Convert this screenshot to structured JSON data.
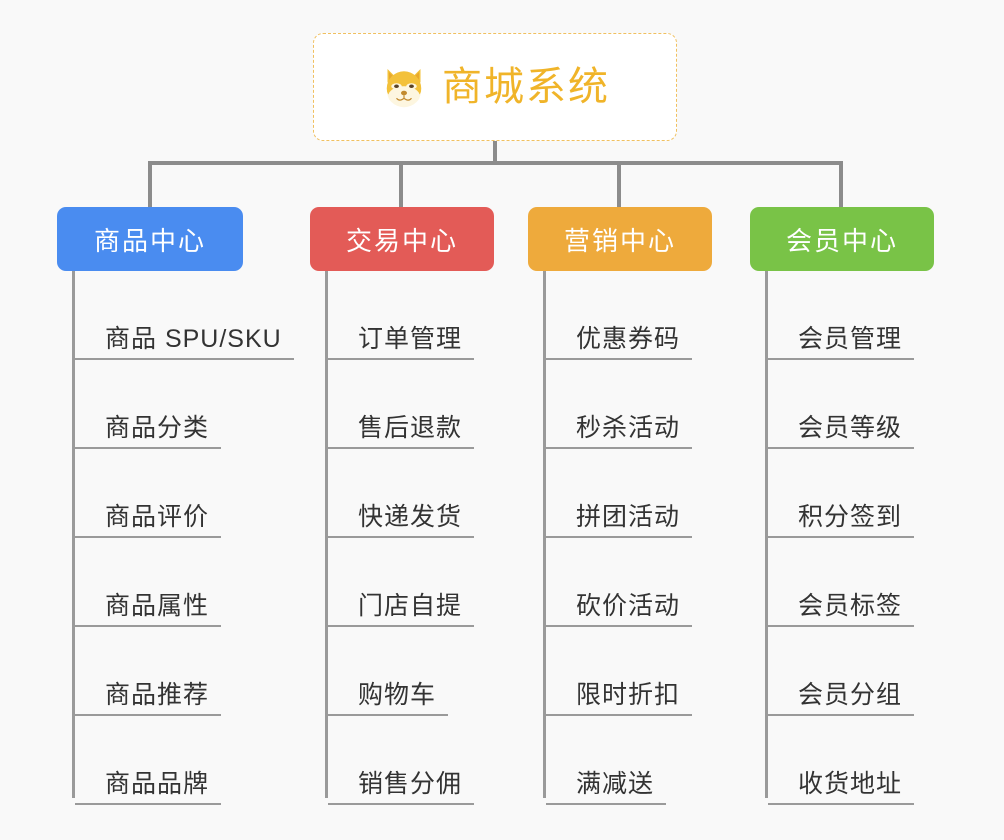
{
  "background_color": "#f9f9f9",
  "root": {
    "title": "商城系统",
    "icon": "shiba-dog-face-icon",
    "text_color": "#f0b429",
    "border_color": "#f0c060",
    "background_color": "#ffffff"
  },
  "columns": [
    {
      "id": "product-center",
      "title": "商品中心",
      "color": "#4a8cf0",
      "items": [
        "商品 SPU/SKU",
        "商品分类",
        "商品评价",
        "商品属性",
        "商品推荐",
        "商品品牌"
      ]
    },
    {
      "id": "trade-center",
      "title": "交易中心",
      "color": "#e35b57",
      "items": [
        "订单管理",
        "售后退款",
        "快递发货",
        "门店自提",
        "购物车",
        "销售分佣"
      ]
    },
    {
      "id": "marketing-center",
      "title": "营销中心",
      "color": "#eeaa3c",
      "items": [
        "优惠券码",
        "秒杀活动",
        "拼团活动",
        "砍价活动",
        "限时折扣",
        "满减送"
      ]
    },
    {
      "id": "member-center",
      "title": "会员中心",
      "color": "#79c347",
      "items": [
        "会员管理",
        "会员等级",
        "积分签到",
        "会员标签",
        "会员分组",
        "收货地址"
      ]
    }
  ]
}
